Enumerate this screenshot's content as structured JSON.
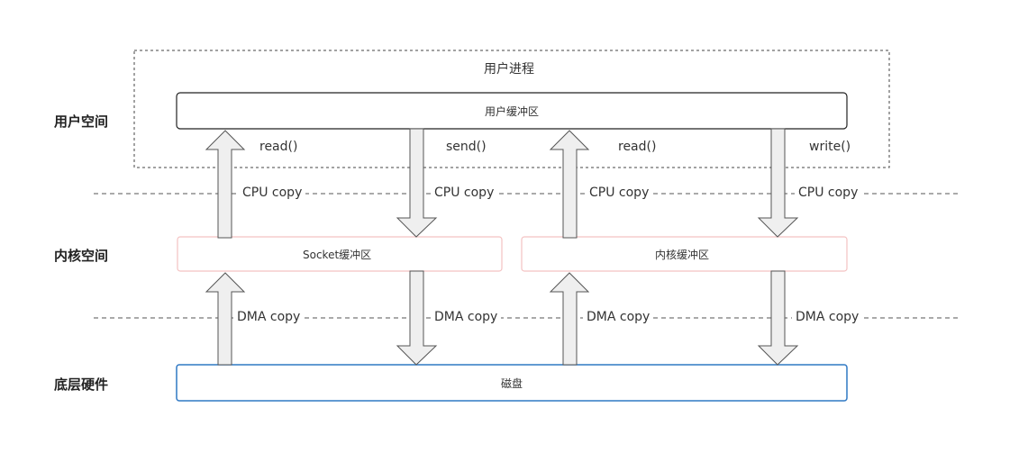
{
  "layers": {
    "user": "用户空间",
    "kernel": "内核空间",
    "hardware": "底层硬件"
  },
  "boxes": {
    "user_process": "用户进程",
    "user_buffer": "用户缓冲区",
    "socket_buffer": "Socket缓冲区",
    "kernel_buffer": "内核缓冲区",
    "disk": "磁盘"
  },
  "calls": [
    "read()",
    "send()",
    "read()",
    "write()"
  ],
  "copies": {
    "cpu": [
      "CPU copy",
      "CPU copy",
      "CPU copy",
      "CPU copy"
    ],
    "dma": [
      "DMA copy",
      "DMA copy",
      "DMA copy",
      "DMA copy"
    ]
  },
  "colors": {
    "kernel_border": "#f4c2c2",
    "disk_border": "#2f78c4",
    "arrow_fill": "#efefef",
    "arrow_stroke": "#555555"
  }
}
